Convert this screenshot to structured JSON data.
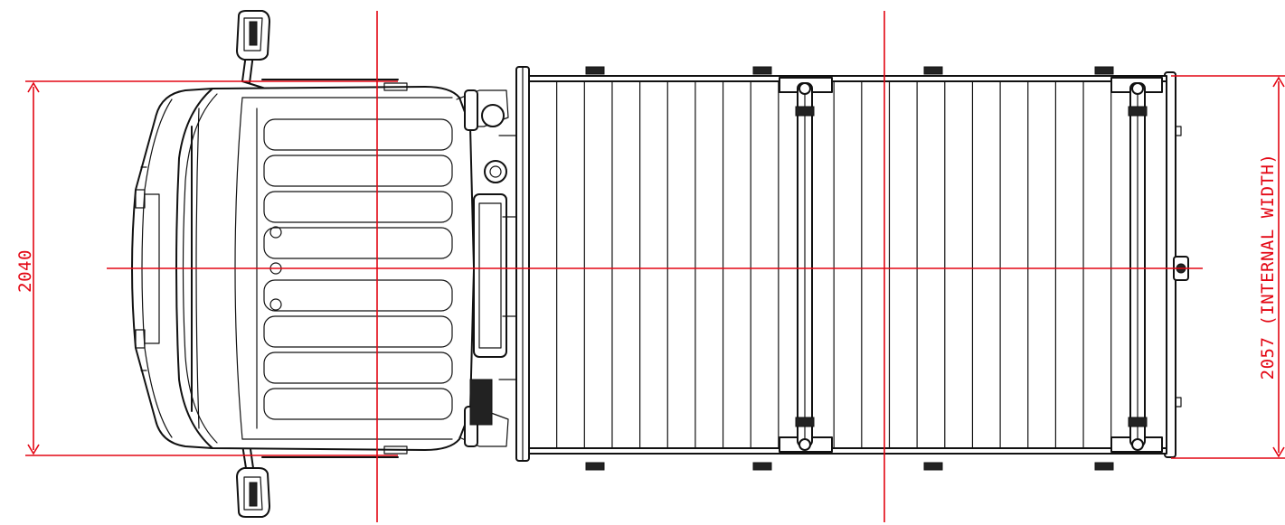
{
  "colors": {
    "dimension": "#e30613",
    "line": "#111111",
    "background": "#ffffff"
  },
  "dimensions": {
    "cab_width": {
      "value": "2040",
      "label": "2040"
    },
    "body_width": {
      "value": "2057",
      "label": "2057  (INTERNAL  WIDTH)"
    }
  },
  "body": {
    "slat_count": 23
  }
}
